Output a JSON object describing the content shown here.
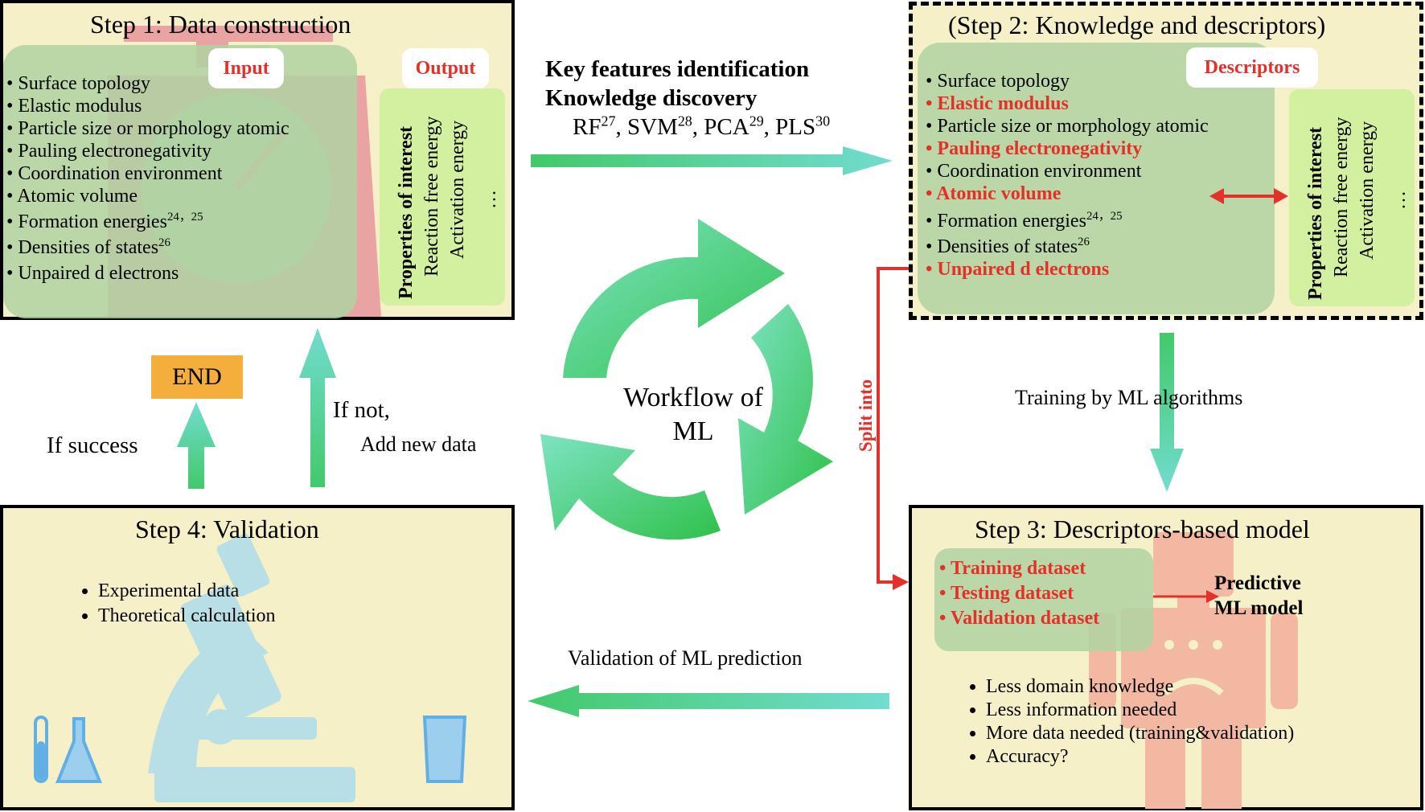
{
  "step1": {
    "title": "Step 1: Data construction",
    "input_label": "Input",
    "output_label": "Output",
    "inputs": [
      "Surface topology",
      "Elastic modulus",
      "Particle size or morphology atomic",
      "Pauling electronegativity",
      "Coordination environment",
      "Atomic  volume",
      "Formation energies",
      "Densities of states",
      "Unpaired d electrons"
    ],
    "formation_refs": "24，25",
    "dos_ref": "26",
    "outputs": {
      "heading": "Properties of interest",
      "item1": "Reaction free energy",
      "item2": "Activation energy",
      "more": "…"
    }
  },
  "step2": {
    "title": "(Step 2: Knowledge and descriptors)",
    "descriptors_label": "Descriptors",
    "items": [
      "Surface topology",
      "Elastic modulus",
      "Particle size or morphology atomic",
      "Pauling electronegativity",
      "Coordination environment",
      "Atomic volume",
      "Formation energies",
      "Densities of states",
      "Unpaired d electrons"
    ],
    "formation_refs": "24，25",
    "dos_ref": "26",
    "outputs": {
      "heading": "Properties of interest",
      "item1": "Reaction free energy",
      "item2": "Activation energy",
      "more": "…"
    }
  },
  "step3": {
    "title": "Step 3: Descriptors-based model",
    "datasets": [
      "Training dataset",
      "Testing dataset",
      "Validation dataset"
    ],
    "model_line1": "Predictive",
    "model_line2": "ML model",
    "notes": [
      "Less domain knowledge",
      "Less information needed",
      "More data needed (training&validation)",
      "Accuracy?"
    ]
  },
  "step4": {
    "title": "Step 4: Validation",
    "items": [
      "Experimental data",
      "Theoretical calculation"
    ]
  },
  "flow": {
    "key_features_line1": "Key features identification",
    "key_features_line2": "Knowledge discovery",
    "algorithms": [
      {
        "name": "RF",
        "ref": "27"
      },
      {
        "name": "SVM",
        "ref": "28"
      },
      {
        "name": "PCA",
        "ref": "29"
      },
      {
        "name": "PLS",
        "ref": "30"
      }
    ],
    "training_label": "Training by ML algorithms",
    "validation_label": "Validation of ML prediction",
    "split_label": "Split into",
    "center_line1": "Workflow of",
    "center_line2": "ML",
    "end_label": "END",
    "if_success": "If success",
    "if_not": "If not,",
    "add_new_data": "Add new data"
  },
  "colors": {
    "panel_fill": "#f6f0c9",
    "accent_red": "#e5302a",
    "arrow_green": "#5ccf8e",
    "end_orange": "#f4ae3b"
  }
}
